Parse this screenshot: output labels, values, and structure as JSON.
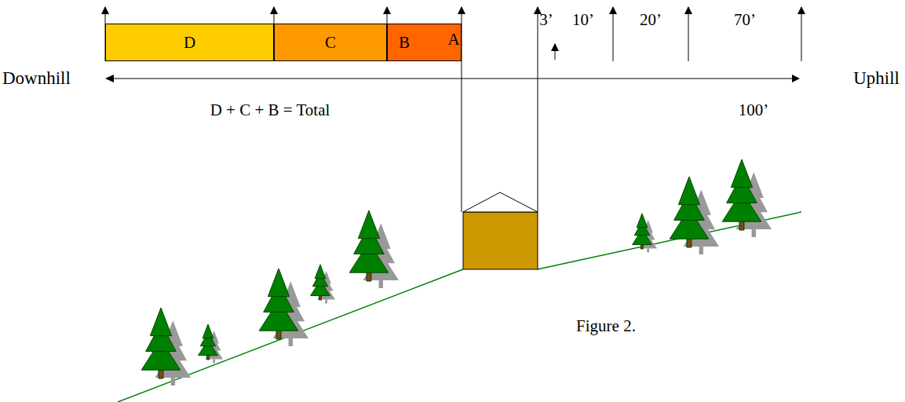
{
  "diagram": {
    "caption": "Figure 2.",
    "nodes": [
      {
        "text": [
          "D"
        ]
      },
      {
        "text": [
          "C"
        ]
      },
      {
        "text": [
          "B"
        ]
      }
    ],
    "labels": [
      "A",
      "3’",
      "10’",
      "20’",
      "70’",
      "Downhill",
      "Uphill",
      "D + C + B = Total",
      "100’"
    ]
  }
}
